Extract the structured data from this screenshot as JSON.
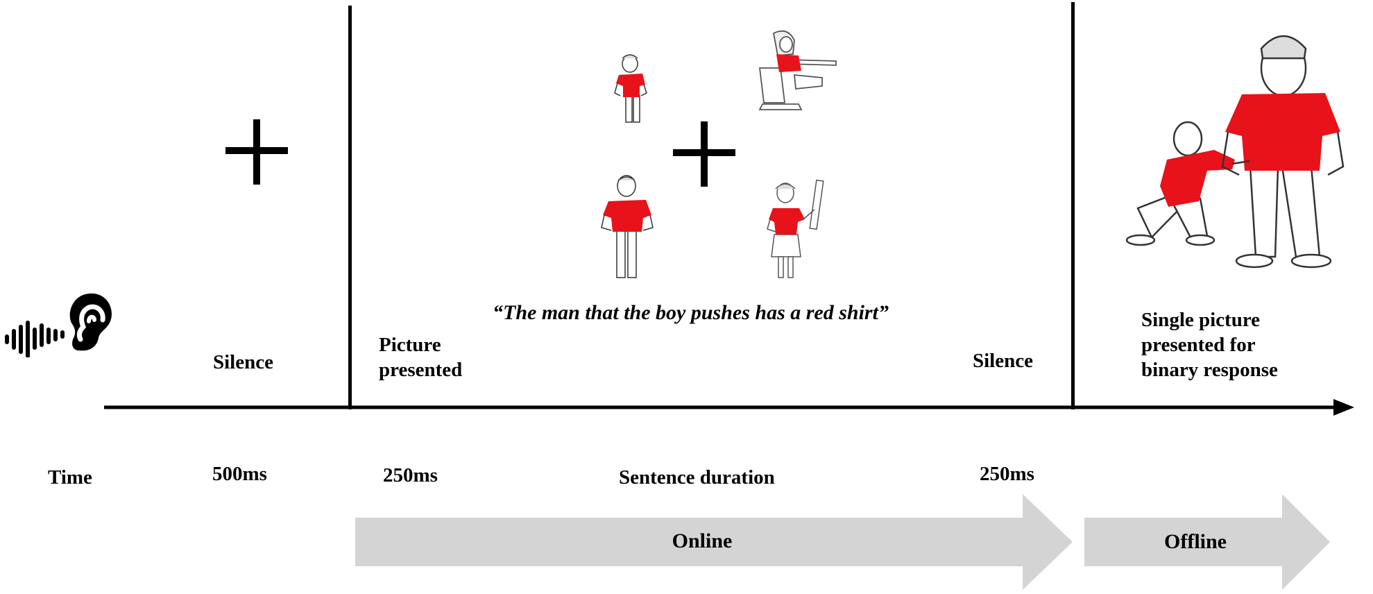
{
  "stages": {
    "fixation_label": "Silence",
    "picture_label": "Picture presented",
    "silence_end_label": "Silence",
    "response_label": "Single picture presented for binary response"
  },
  "sentence": "“The man that the boy pushes has a red shirt”",
  "timeline": {
    "time_label": "Time",
    "durations": [
      "500ms",
      "250ms",
      "Sentence duration",
      "250ms"
    ]
  },
  "phases": {
    "online": "Online",
    "offline": "Offline"
  },
  "icons": {
    "audio": "ear-with-sound-wave-icon",
    "fixation": "fixation-cross",
    "characters": [
      "boy-figure",
      "girl-at-desk-figure",
      "man-figure",
      "woman-with-ruler-figure",
      "boy-pushing-man-figure"
    ]
  },
  "colors": {
    "shirt": "#e8121b",
    "arrow": "#d4d4d4",
    "ink": "#000000"
  }
}
